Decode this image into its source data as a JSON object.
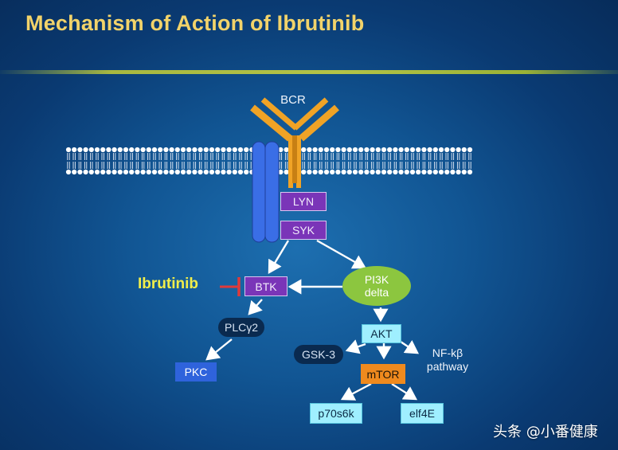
{
  "title": "Mechanism of Action of Ibrutinib",
  "colors": {
    "title": "#f2d36a",
    "receptor": "#f0a326",
    "coreceptor": "#3a6ee6",
    "kinase_box": "#7a35b8",
    "downstream_box": "#9fefff",
    "mtor_box": "#ef8a1e",
    "pkc_box": "#2f63dc",
    "pi3k_ellipse": "#8cc63f",
    "inhibitor_bar": "#e03a3a",
    "drug_label": "#f1ee4a"
  },
  "nodes": {
    "bcr": "BCR",
    "lyn": "LYN",
    "syk": "SYK",
    "btk": "BTK",
    "pi3k_line1": "PI3K",
    "pi3k_line2": "delta",
    "plcg2": "PLCγ2",
    "pkc": "PKC",
    "akt": "AKT",
    "gsk3": "GSK-3",
    "nfkb_line1": "NF-kβ",
    "nfkb_line2": "pathway",
    "mtor": "mTOR",
    "p70s6k": "p70s6k",
    "elf4e": "elf4E"
  },
  "drug": "Ibrutinib",
  "watermark": "头条 @小番健康"
}
